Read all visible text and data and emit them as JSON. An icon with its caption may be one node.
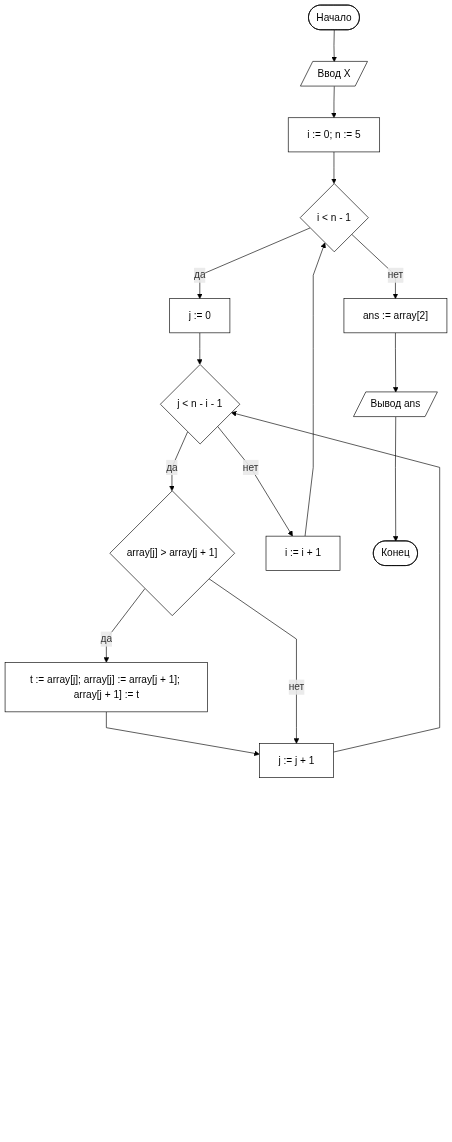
{
  "diagram": {
    "nodes": [
      {
        "text": [
          "Начало"
        ]
      },
      {
        "text": [
          "Ввод X"
        ]
      },
      {
        "text": [
          "i := 0; n := 5"
        ]
      },
      {
        "text": [
          "i < n - 1"
        ]
      },
      {
        "text": [
          "j := 0"
        ]
      },
      {
        "text": [
          "j < n - i - 1"
        ]
      },
      {
        "text": [
          "array[j] > array[j + 1]"
        ]
      },
      {
        "text": [
          "t := array[j]; array[j] := array[j + 1]; array[j + 1] := t"
        ]
      },
      {
        "text": [
          "j := j + 1"
        ]
      },
      {
        "text": [
          "i := i + 1"
        ]
      },
      {
        "text": [
          "ans := array[2]"
        ]
      },
      {
        "text": [
          "Вывод ans"
        ]
      },
      {
        "text": [
          "Конец"
        ]
      }
    ],
    "edges": [
      {
        "from": 0,
        "to": 1,
        "arrow": "to"
      },
      {
        "from": 1,
        "to": 2,
        "arrow": "to"
      },
      {
        "from": 2,
        "to": 3,
        "arrow": "to"
      },
      {
        "from": 3,
        "to": 4,
        "label": "да",
        "arrow": "to"
      },
      {
        "from": 4,
        "to": 5,
        "arrow": "to"
      },
      {
        "from": 5,
        "to": 6,
        "label": "да",
        "arrow": "to"
      },
      {
        "from": 6,
        "to": 7,
        "label": "да",
        "arrow": "to"
      },
      {
        "from": 7,
        "to": 8,
        "arrow": "to"
      },
      {
        "from": 6,
        "to": 8,
        "label": "нет",
        "arrow": "to"
      },
      {
        "from": 8,
        "to": 5,
        "arrow": "to"
      },
      {
        "from": 5,
        "to": 9,
        "label": "нет",
        "arrow": "to"
      },
      {
        "from": 9,
        "to": 3,
        "arrow": "to"
      },
      {
        "from": 3,
        "to": 10,
        "label": "нет",
        "arrow": "to"
      },
      {
        "from": 10,
        "to": 11,
        "arrow": "to"
      },
      {
        "from": 11,
        "to": 12,
        "arrow": "to"
      }
    ]
  }
}
